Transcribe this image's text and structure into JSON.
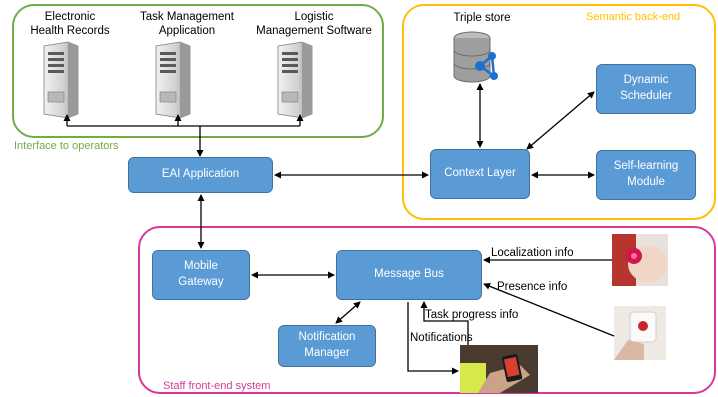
{
  "groups": {
    "operators": {
      "label": "Interface to operators",
      "color": "#70ad47"
    },
    "semantic": {
      "label": "Semantic back-end",
      "color": "#ffc000"
    },
    "staff": {
      "label": "Staff front-end system",
      "color": "#d6399a"
    }
  },
  "servers": [
    {
      "line1": "Electronic",
      "line2": "Health Records"
    },
    {
      "line1": "Task Management",
      "line2": "Application"
    },
    {
      "line1": "Logistic",
      "line2": "Management Software"
    }
  ],
  "triple_store": {
    "label": "Triple store"
  },
  "boxes": {
    "eai": "EAI Application",
    "context": "Context Layer",
    "dynamic": {
      "line1": "Dynamic",
      "line2": "Scheduler"
    },
    "selflearning": {
      "line1": "Self-learning",
      "line2": "Module"
    },
    "mobile": {
      "line1": "Mobile",
      "line2": "Gateway"
    },
    "messagebus": "Message Bus",
    "notification": {
      "line1": "Notification",
      "line2": "Manager"
    }
  },
  "edge_labels": {
    "localization": "Localization info",
    "presence": "Presence info",
    "task_progress": "Task progress info",
    "notifications": "Notifications"
  },
  "colors": {
    "box_fill": "#5b9bd5",
    "box_border": "#41719c",
    "arrow": "#000000"
  }
}
